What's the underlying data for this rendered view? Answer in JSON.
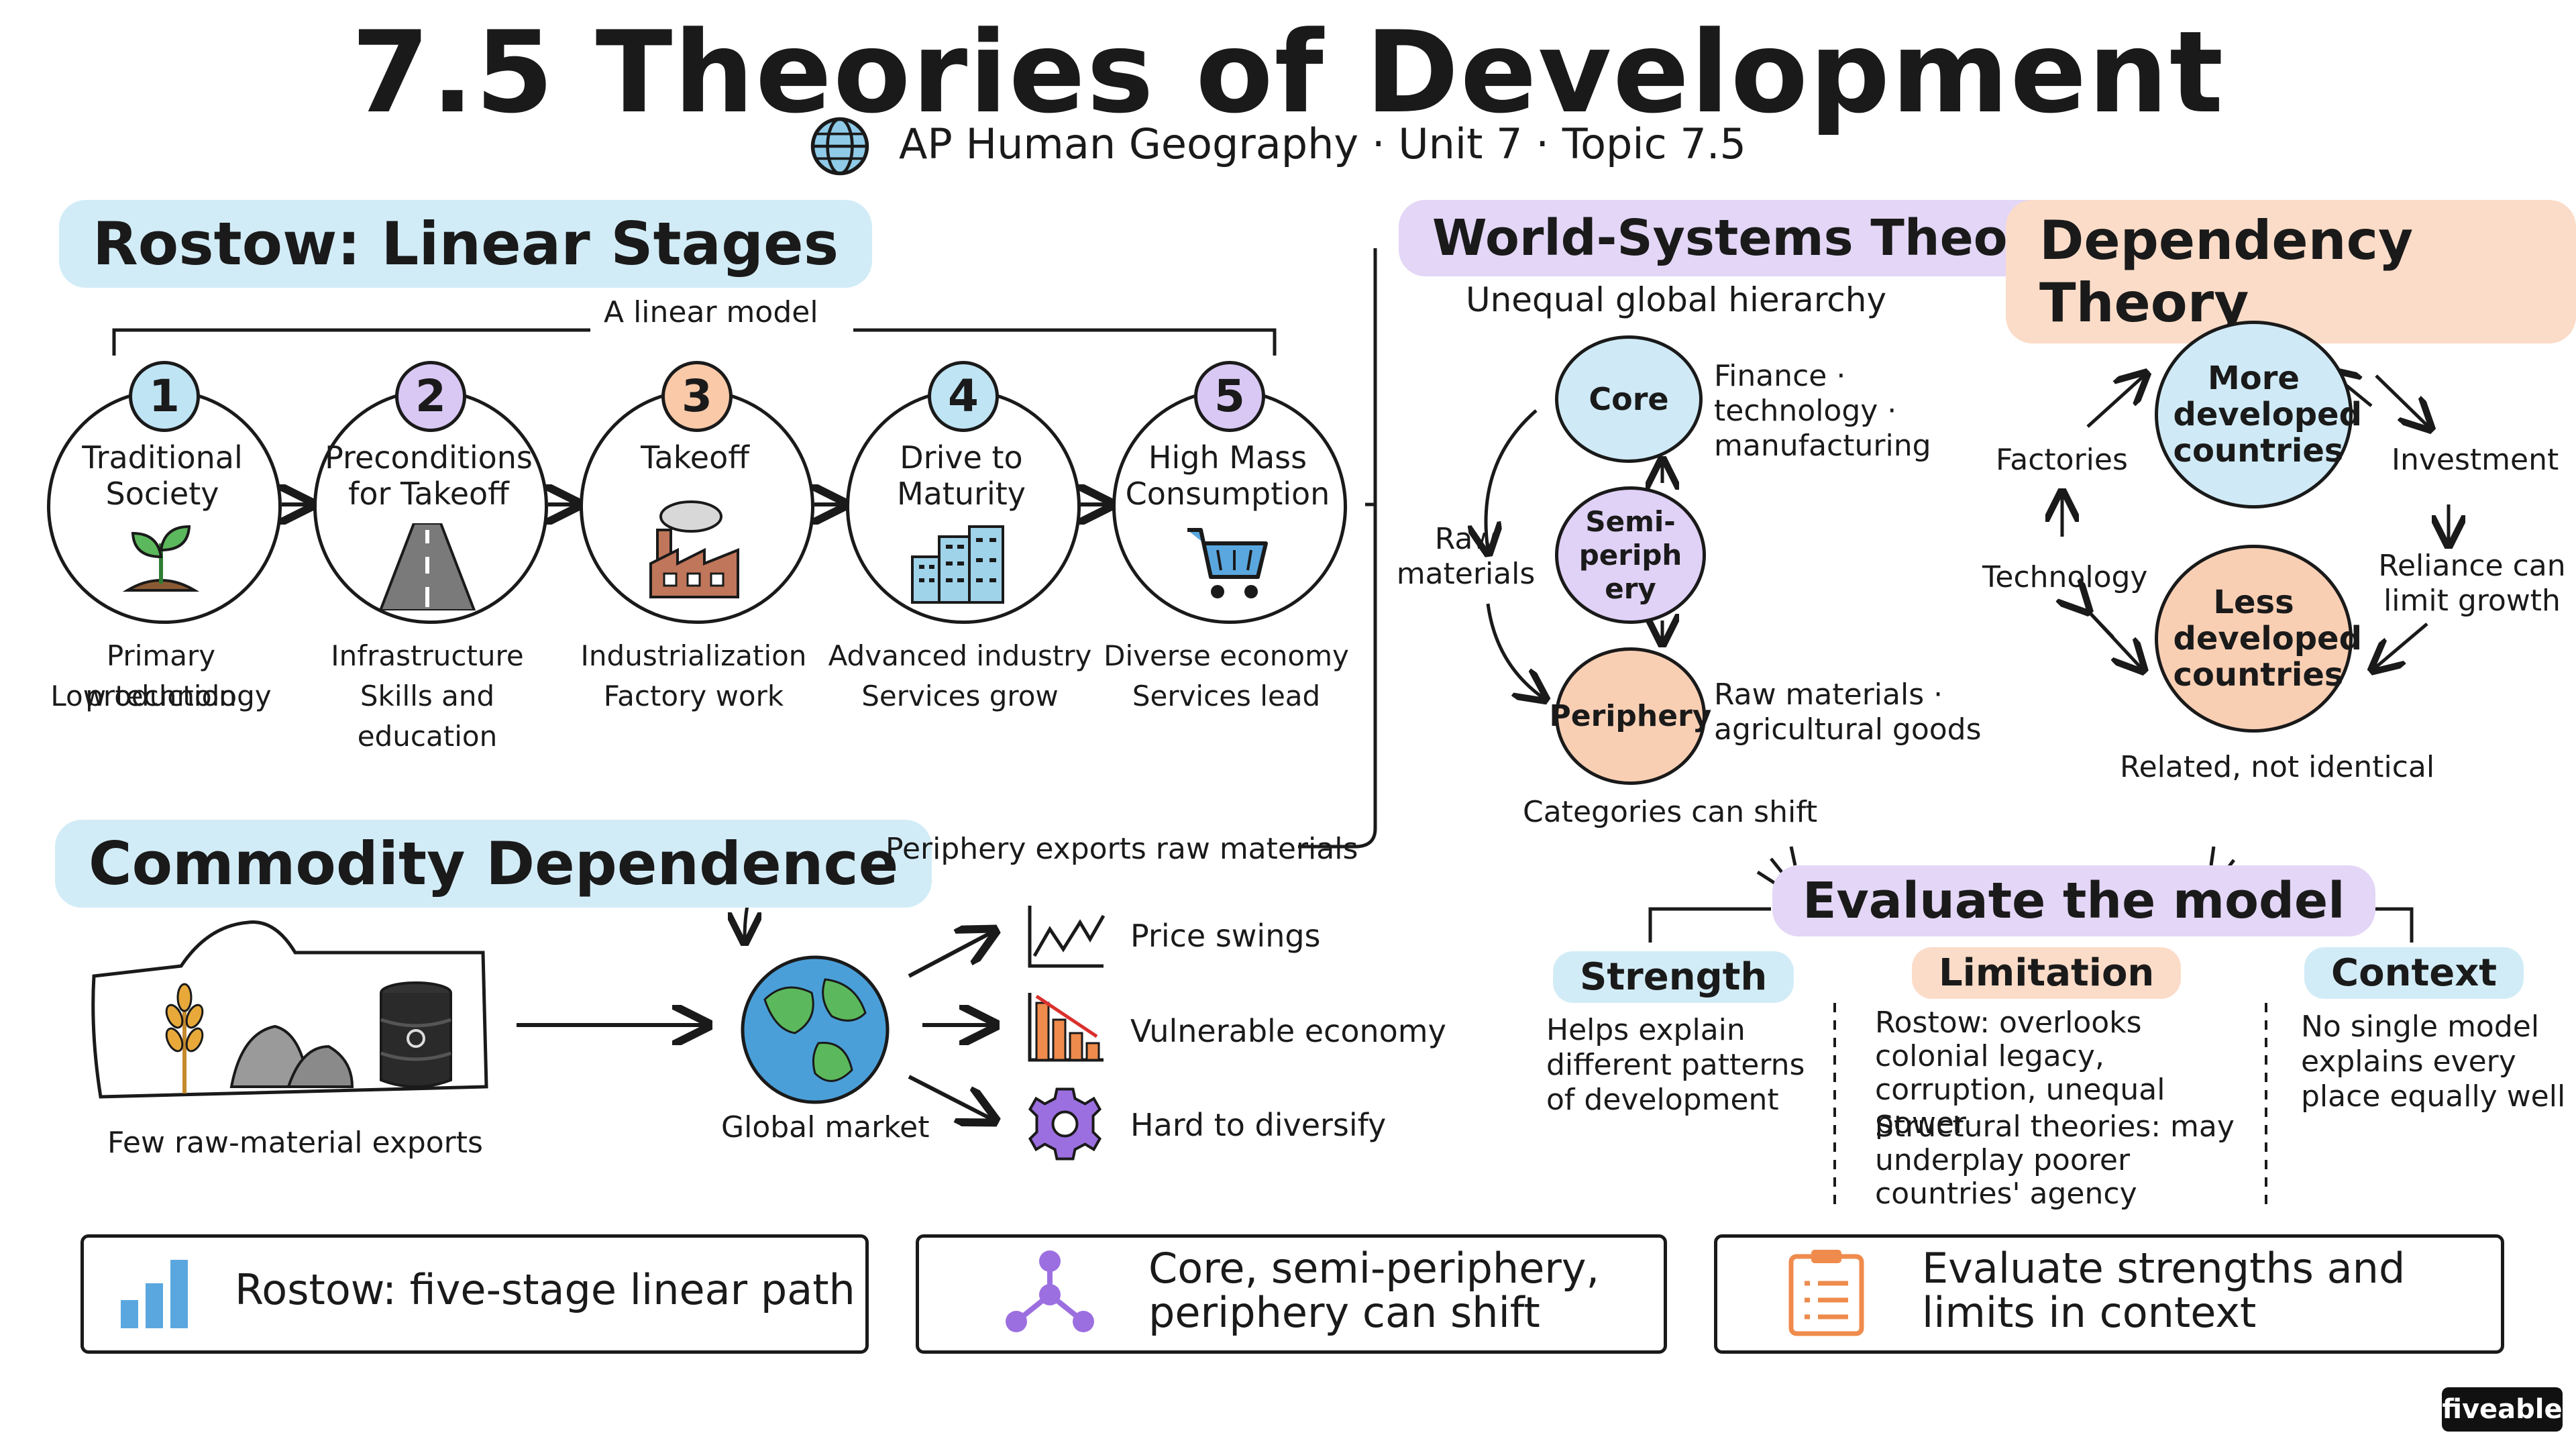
{
  "header": {
    "title": "7.5 Theories of Development",
    "subtitle": "AP Human Geography · Unit 7 · Topic 7.5"
  },
  "rostow": {
    "title": "Rostow: Linear Stages",
    "bracket_label": "A linear model",
    "stages": [
      {
        "num": "1",
        "name": "Traditional Society",
        "desc1": "Primary production",
        "desc2": "Low technology",
        "icon": "sprout-icon"
      },
      {
        "num": "2",
        "name": "Preconditions for Takeoff",
        "desc1": "Infrastructure",
        "desc2": "Skills and education",
        "icon": "road-icon"
      },
      {
        "num": "3",
        "name": "Takeoff",
        "desc1": "Industrialization",
        "desc2": "Factory work",
        "icon": "factory-icon"
      },
      {
        "num": "4",
        "name": "Drive to Maturity",
        "desc1": "Advanced industry",
        "desc2": "Services grow",
        "icon": "buildings-icon"
      },
      {
        "num": "5",
        "name": "High Mass Consumption",
        "desc1": "Diverse economy",
        "desc2": "Services lead",
        "icon": "shopping-cart-icon"
      }
    ]
  },
  "world_systems": {
    "title": "World-Systems Theory",
    "subtitle": "Unequal global hierarchy",
    "core": "Core",
    "core_note": "Finance · technology · manufacturing",
    "semi": "Semi-periphery",
    "periphery": "Periphery",
    "periphery_note": "Raw materials · agricultural goods",
    "raw_materials": "Raw materials",
    "shift_note": "Categories can shift"
  },
  "dependency": {
    "title": "Dependency Theory",
    "more_developed": "More developed countries",
    "less_developed": "Less developed countries",
    "factories": "Factories",
    "technology": "Technology",
    "investment": "Investment",
    "reliance": "Reliance can limit growth",
    "note": "Related, not identical"
  },
  "commodity": {
    "title": "Commodity Dependence",
    "exports_label": "Few raw-material exports",
    "market_label": "Global market",
    "periphery_exports": "Periphery exports raw materials",
    "effects": [
      {
        "label": "Price swings",
        "icon": "line-chart-icon"
      },
      {
        "label": "Vulnerable economy",
        "icon": "declining-bar-chart-icon"
      },
      {
        "label": "Hard to diversify",
        "icon": "gear-icon"
      }
    ]
  },
  "evaluate": {
    "title": "Evaluate the model",
    "strength_head": "Strength",
    "strength_text": "Helps explain different patterns of development",
    "limitation_head": "Limitation",
    "limitation_text1": "Rostow: overlooks colonial legacy, corruption, unequal power",
    "limitation_text2": "Structural theories: may underplay poorer countries' agency",
    "context_head": "Context",
    "context_text": "No single model explains every place equally well"
  },
  "summary": [
    {
      "text": "Rostow: five-stage linear path",
      "icon": "bar-chart-icon"
    },
    {
      "text": "Core, semi-periphery, periphery can shift",
      "icon": "network-icon"
    },
    {
      "text": "Evaluate strengths and limits in context",
      "icon": "clipboard-icon"
    }
  ],
  "brand": "fiveable",
  "colors": {
    "blue": "#cfeaf6",
    "purple": "#e0d1f6",
    "orange": "#f9cfb4"
  }
}
